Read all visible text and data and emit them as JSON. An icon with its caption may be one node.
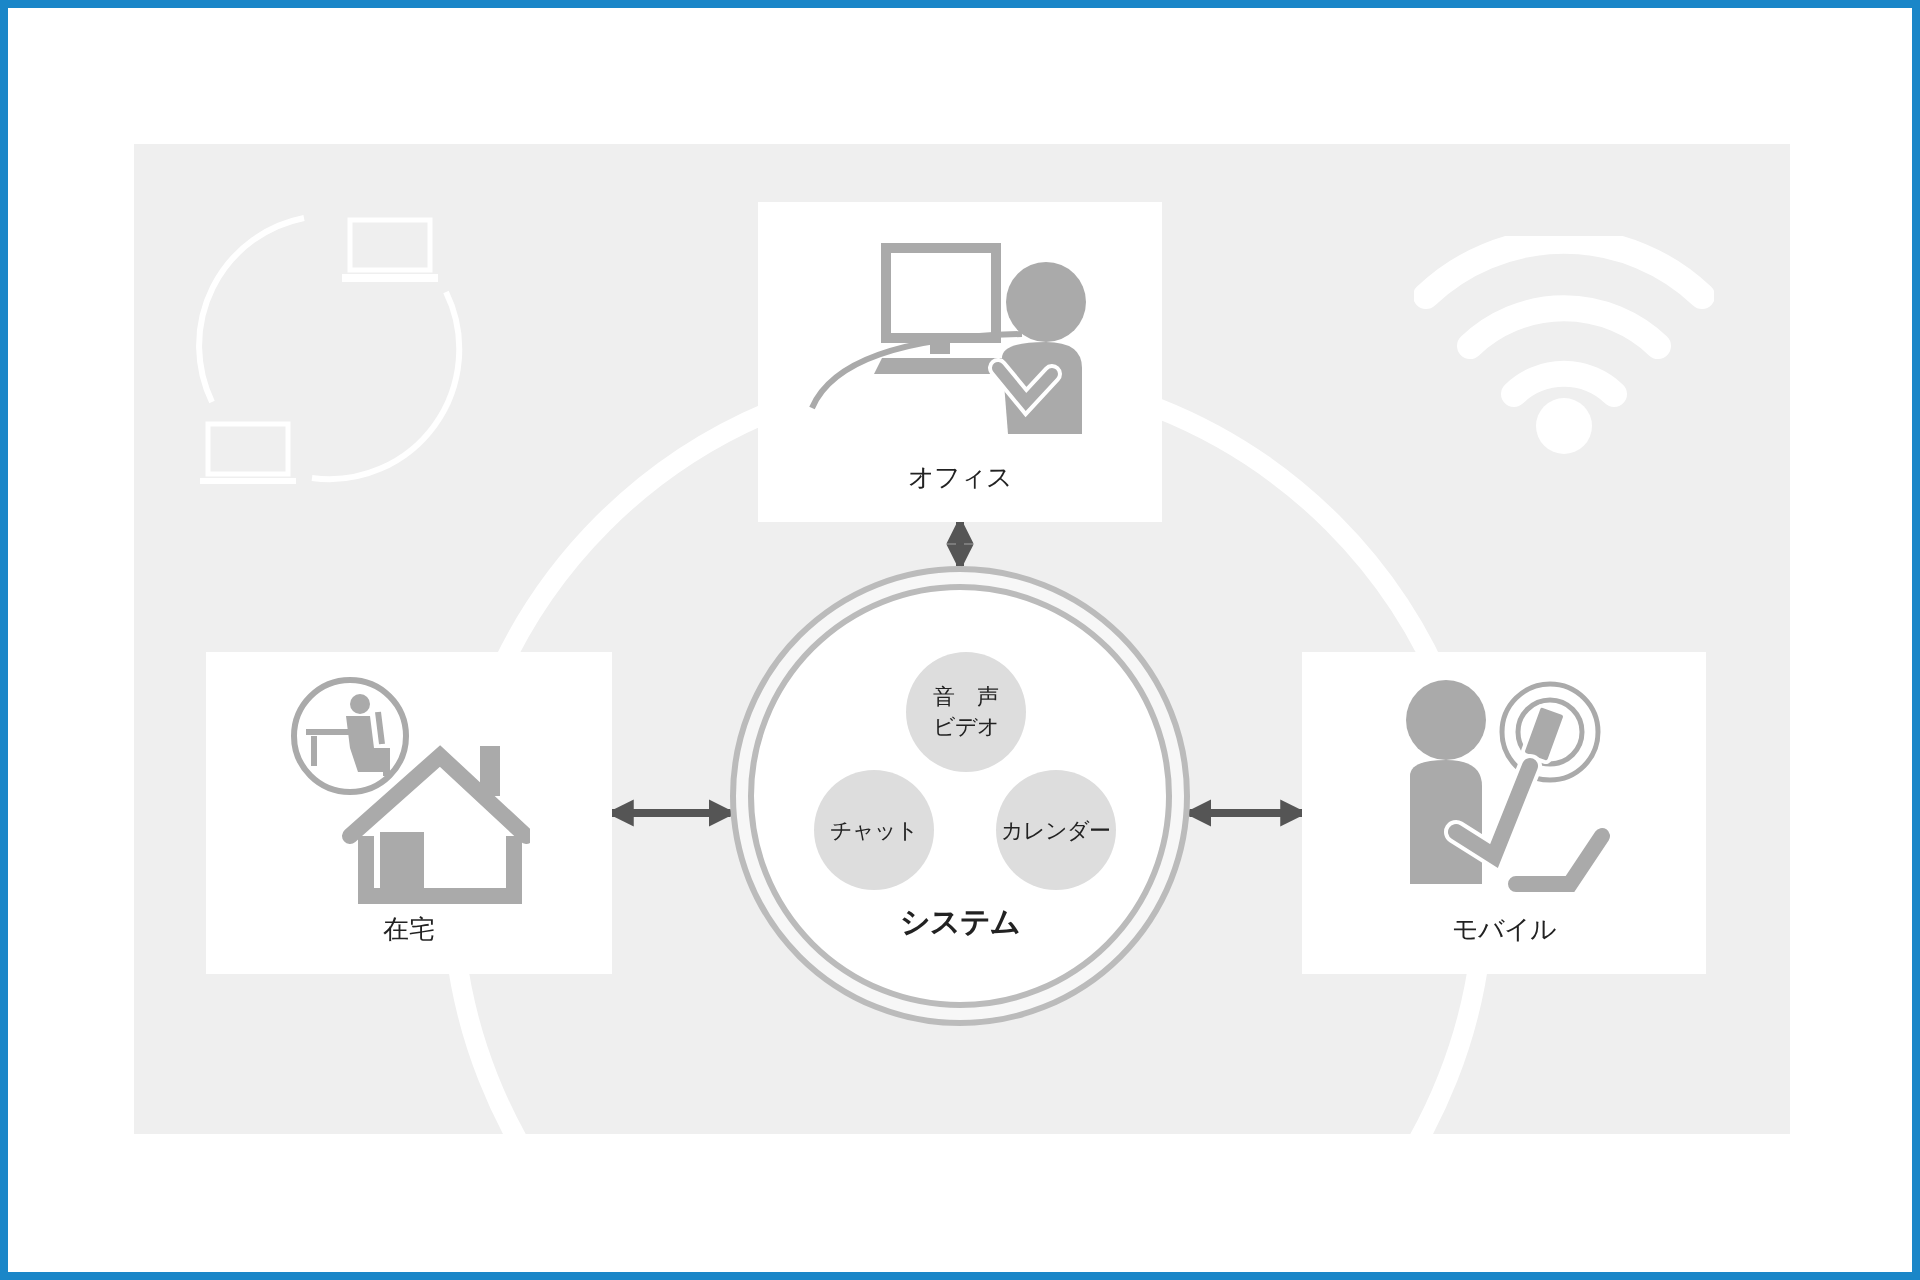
{
  "diagram": {
    "nodes": [
      {
        "text": [
          "オフィス"
        ]
      },
      {
        "text": [
          "在宅"
        ]
      },
      {
        "text": [
          "システム"
        ]
      },
      {
        "text": [
          "音　声",
          "ビデオ"
        ],
        "in": 2
      },
      {
        "text": [
          "チャット"
        ],
        "in": 2
      },
      {
        "text": [
          "カレンダー"
        ],
        "in": 2
      },
      {
        "text": [
          "モバイル"
        ]
      }
    ],
    "edges": [
      {
        "from": 0,
        "to": 2,
        "arrow": "both"
      },
      {
        "from": 1,
        "to": 2,
        "arrow": "both"
      },
      {
        "from": 2,
        "to": 6,
        "arrow": "both"
      }
    ]
  }
}
